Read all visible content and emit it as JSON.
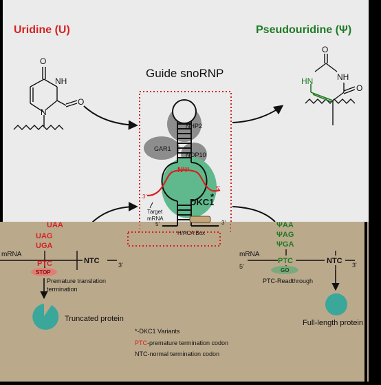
{
  "top": {
    "uridine_title": "Uridine (U)",
    "pseudouridine_title": "Pseudouridine (Ψ)",
    "guide_title": "Guide snoRNP",
    "uridine_atoms": {
      "o_top": "O",
      "nh": "NH",
      "o_right": "O",
      "n": "N"
    },
    "pseudouridine_atoms": {
      "o_top": "O",
      "hn": "HN",
      "nh": "NH",
      "o_right": "O"
    }
  },
  "snornp": {
    "proteins": [
      "NHP2",
      "GAR1",
      "NOP10",
      "DKC1"
    ],
    "psi_label": "NΨ",
    "target_label": "Target\nmRNA",
    "five_prime": "5'",
    "three_prime": "3'",
    "prime_left": "3'",
    "prime_right": "5'",
    "variant_mark": "*",
    "box_label": "H/ACA Box"
  },
  "left_panel": {
    "codons": [
      "UAA",
      "UAG",
      "UGA"
    ],
    "mrna_label": "mRNA",
    "ptc_label": "PTC",
    "ntc_label": "NTC",
    "stop_label": "STOP",
    "three_prime": "3'",
    "outcome_line1": "Premature translation",
    "outcome_line2": "termination",
    "product": "Truncated protein"
  },
  "right_panel": {
    "codons": [
      "ΨAA",
      "ΨAG",
      "ΨGA"
    ],
    "mrna_label": "mRNA",
    "five_prime": "5'",
    "ptc_label": "PTC",
    "ntc_label": "NTC",
    "go_label": "GO",
    "three_prime": "3'",
    "outcome": "PTC-Readthrough",
    "product": "Full-length protein"
  },
  "legend": {
    "variant_note": "*-DKC1 Variants",
    "ptc_abbr": "PTC",
    "ptc_rest": "-premature termination codon",
    "ntc_abbr": "NTC",
    "ntc_rest": "-normal termination codon"
  },
  "colors": {
    "top_bg": "#ebebeb",
    "bottom_bg": "#bba98c",
    "red": "#d42222",
    "green": "#1f7a24",
    "dkc1": "#5fb98d",
    "gray_protein": "#8d8d8d",
    "protein_circle": "#3aa79a",
    "stop_fill": "#e27d73",
    "go_fill": "#7aa97e"
  }
}
